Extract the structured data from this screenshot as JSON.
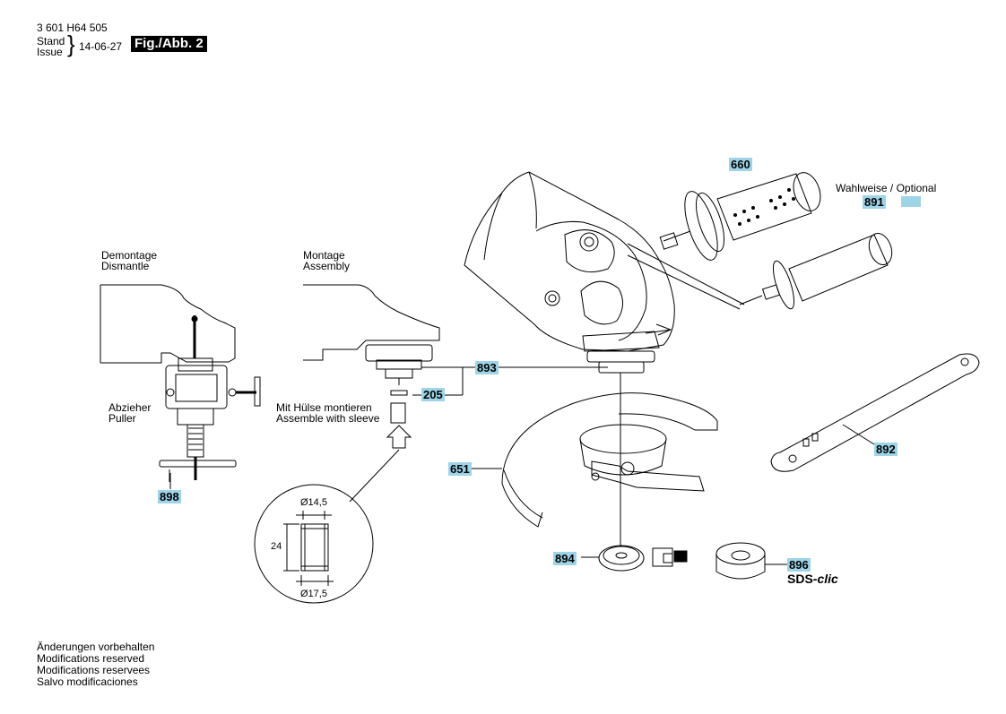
{
  "header": {
    "doc_number": "3 601 H64 505",
    "stand": "Stand",
    "issue": "Issue",
    "date": "14-06-27",
    "figure": "Fig./Abb. 2"
  },
  "labels": {
    "demontage": "Demontage",
    "dismantle": "Dismantle",
    "montage": "Montage",
    "assembly": "Assembly",
    "abzieher": "Abzieher",
    "puller": "Puller",
    "mit_huelse": "Mit Hülse montieren",
    "assemble_sleeve": "Assemble with sleeve",
    "optional": "Wahlweise / Optional",
    "dim_top": "Ø14,5",
    "dim_height": "24",
    "dim_bottom": "Ø17,5",
    "sds_prefix": "SDS-",
    "sds_suffix": "clic"
  },
  "parts": {
    "p660": "660",
    "p891": "891",
    "p893": "893",
    "p205": "205",
    "p898": "898",
    "p651": "651",
    "p892": "892",
    "p894": "894",
    "p896": "896"
  },
  "footer": {
    "line1": "Änderungen vorbehalten",
    "line2": "Modifications reserved",
    "line3": "Modifications reservees",
    "line4": "Salvo modificaciones"
  },
  "colors": {
    "part_highlight": "#9dd4e8",
    "ink": "#000000"
  }
}
